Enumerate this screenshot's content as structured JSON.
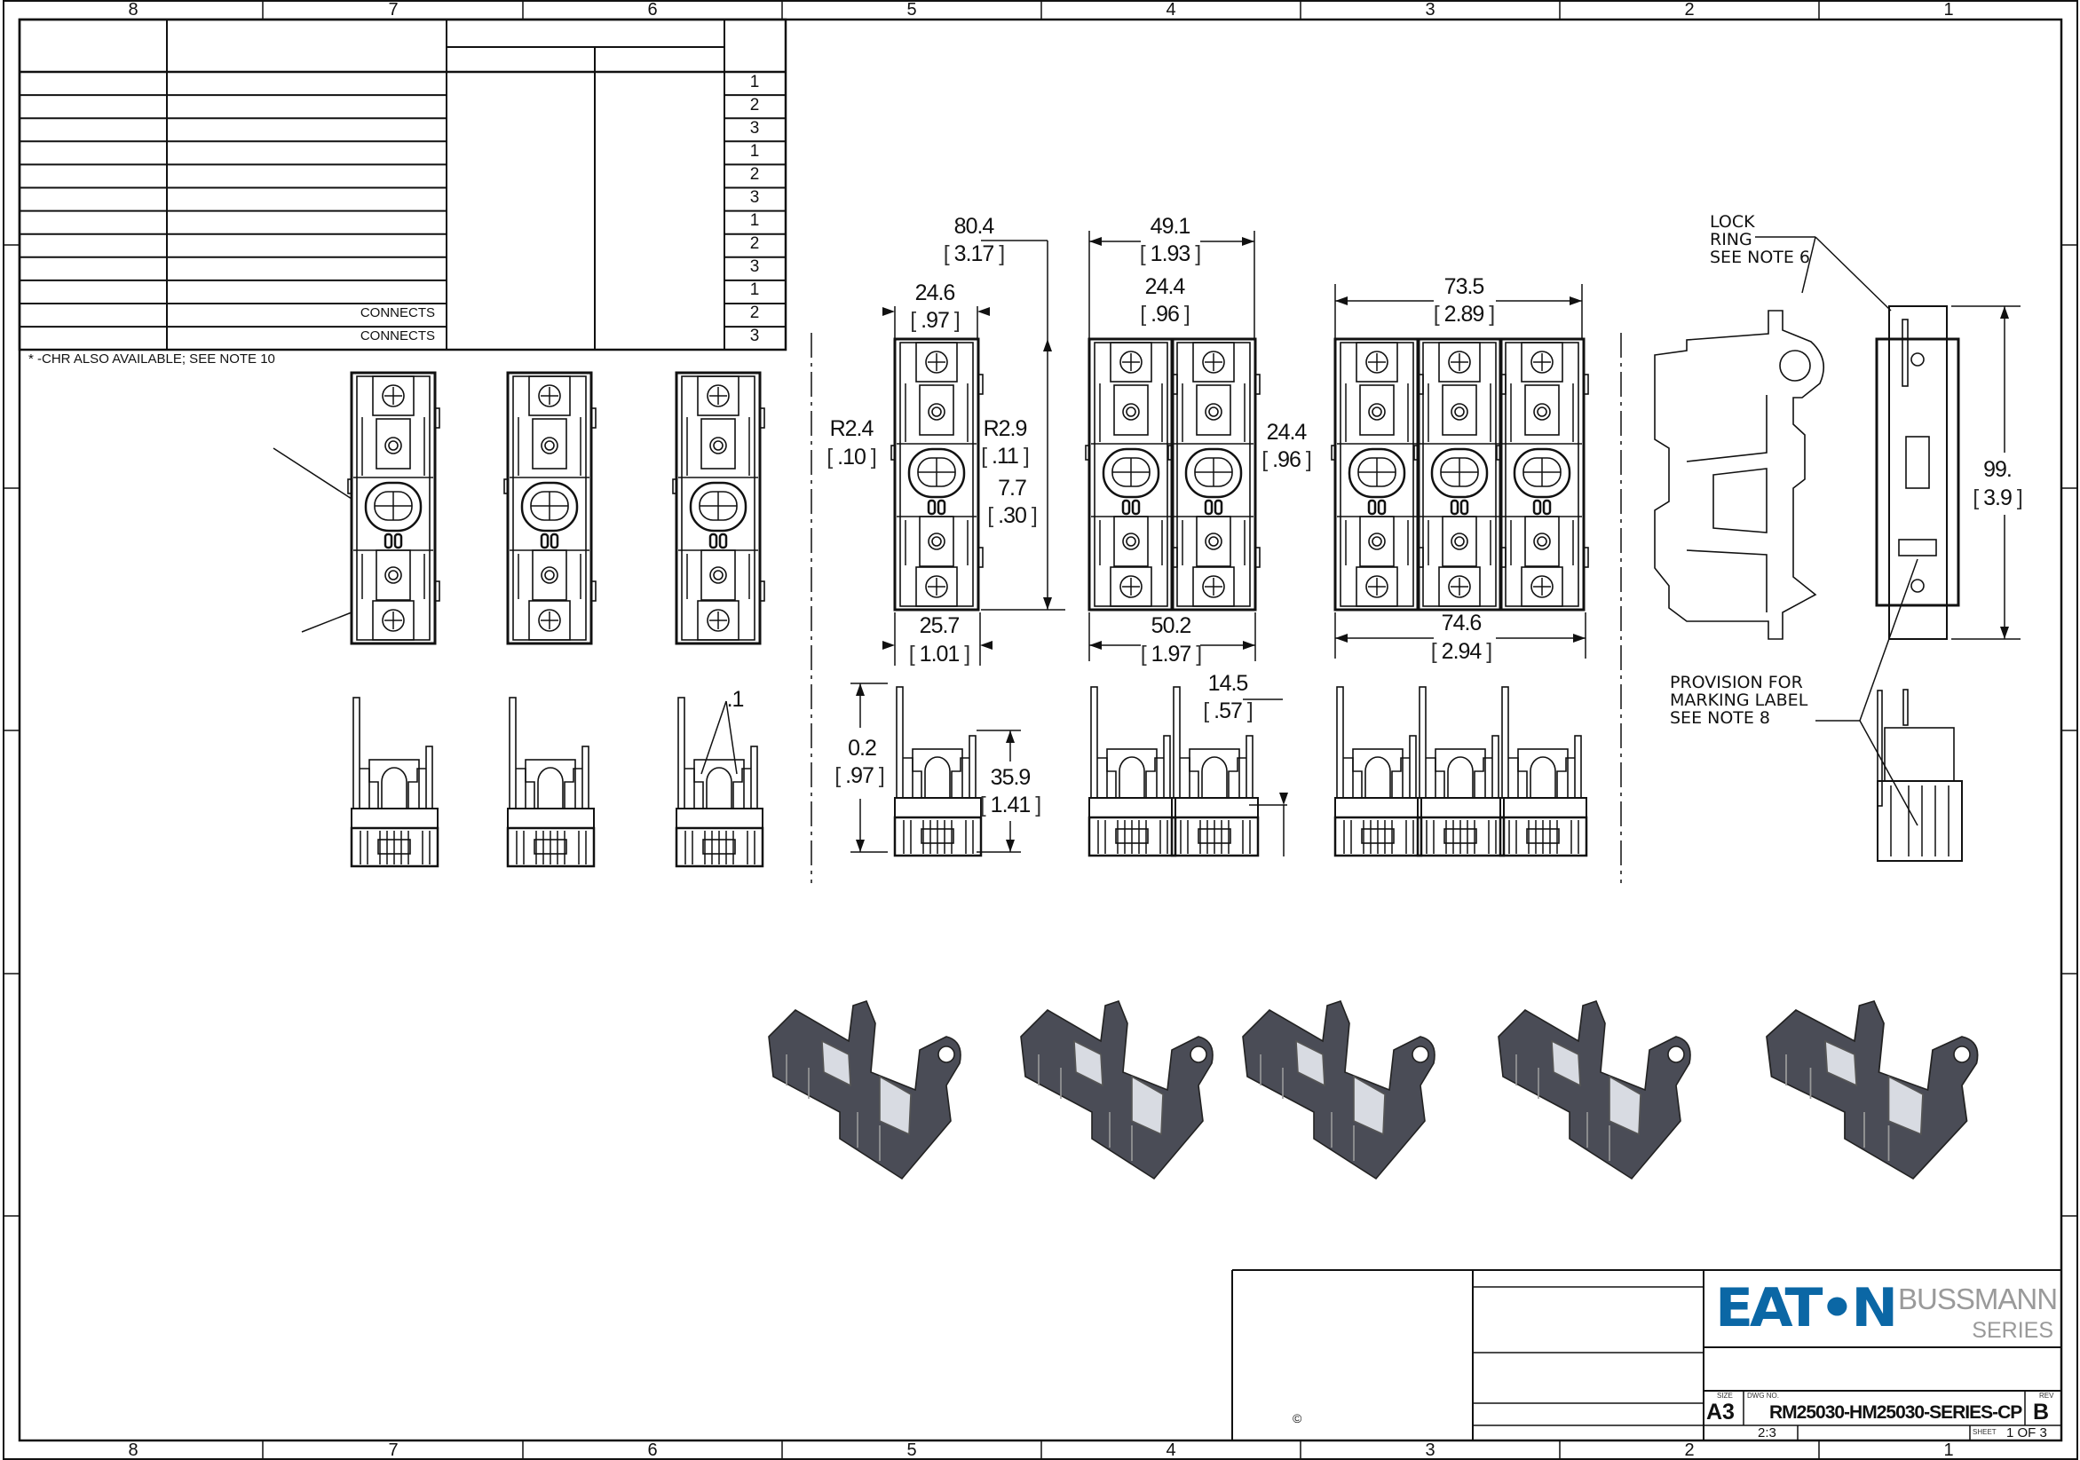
{
  "zones": {
    "columns": [
      "8",
      "7",
      "6",
      "5",
      "4",
      "3",
      "2",
      "1"
    ]
  },
  "table": {
    "row_numbers": [
      "1",
      "2",
      "3",
      "1",
      "2",
      "3",
      "1",
      "2",
      "3",
      "1",
      "2",
      "3"
    ],
    "row_text": [
      "",
      "",
      "",
      "",
      "",
      "",
      "",
      "",
      "",
      "",
      "CONNECTS",
      "CONNECTS"
    ],
    "footnote": "* -CHR ALSO AVAILABLE; SEE NOTE 10"
  },
  "dimensions": {
    "overall_length": {
      "mm": "80.4",
      "in": "3.17"
    },
    "single_top_width": {
      "mm": "24.6",
      "in": ".97"
    },
    "radius_left": {
      "mm": "R2.4",
      "in": ".10"
    },
    "radius_right": {
      "mm": "R2.9",
      "in": ".11"
    },
    "slot_width": {
      "mm": "7.7",
      "in": ".30"
    },
    "single_base_width": {
      "mm": "25.7",
      "in": "1.01"
    },
    "double_top_width": {
      "mm": "49.1",
      "in": "1.93"
    },
    "double_pitch_top": {
      "mm": "24.4",
      "in": ".96"
    },
    "double_pitch_mid": {
      "mm": "24.4",
      "in": ".96"
    },
    "double_base_width": {
      "mm": "50.2",
      "in": "1.97"
    },
    "triple_top_width": {
      "mm": "73.5",
      "in": "2.89"
    },
    "triple_base_width": {
      "mm": "74.6",
      "in": "2.94"
    },
    "end_height": {
      "mm": "99.",
      "in": "3.9"
    },
    "front_height": {
      "mm": "0.2",
      "in": ".97"
    },
    "front_body_height": {
      "mm": "35.9",
      "in": "1.41"
    },
    "double_front_height": {
      "mm": "14.5",
      "in": ".57"
    },
    "clip_callout": ".1"
  },
  "notes": {
    "lock_ring": "LOCK\nRING\nSEE NOTE 6",
    "marking_label": "PROVISION FOR\nMARKING LABEL\nSEE NOTE 8"
  },
  "title_block": {
    "brand": "EAT•N",
    "sub_brand": "BUSSMANN",
    "sub_brand_series": "SERIES",
    "size_label": "SIZE",
    "size": "A3",
    "dwg_no_label": "DWG NO.",
    "dwg_no": "RM25030-HM25030-SERIES-CP",
    "rev_label": "REV",
    "rev": "B",
    "scale": "2:3",
    "sheet_label": "SHEET",
    "sheet": "1 OF 3",
    "copyright": "©",
    "brand_color": "#0b67a5",
    "sub_brand_color": "#9a9a9a"
  }
}
